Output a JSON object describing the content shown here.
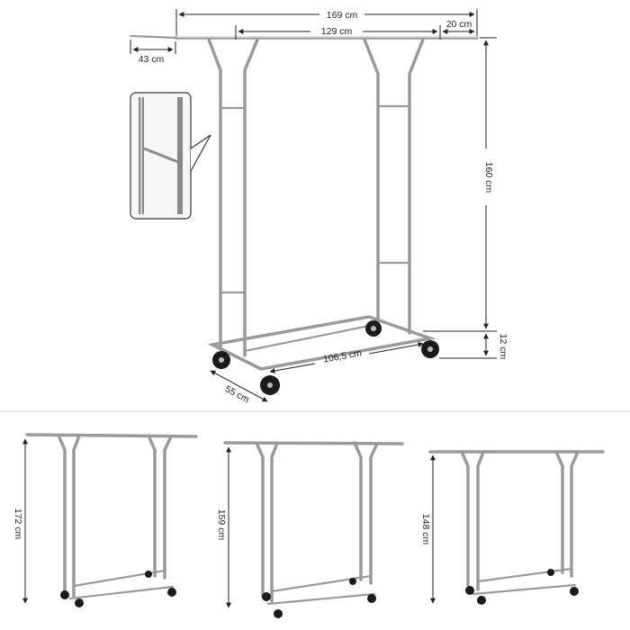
{
  "main_view": {
    "width_total": "169 cm",
    "width_inner": "129 cm",
    "extension": "20 cm",
    "depth_top": "43 cm",
    "height": "160 cm",
    "wheel_height": "12 cm",
    "base_length": "106,5 cm",
    "base_depth": "55 cm"
  },
  "height_variants": [
    {
      "label": "172 cm"
    },
    {
      "label": "159 cm"
    },
    {
      "label": "148 cm"
    }
  ]
}
